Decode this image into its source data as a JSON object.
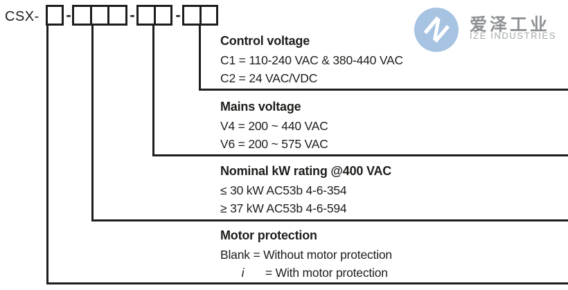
{
  "code": {
    "prefix": "CSX-",
    "separator": "-",
    "segments": [
      1,
      3,
      2,
      2
    ]
  },
  "sections": [
    {
      "id": "control-voltage",
      "title": "Control voltage",
      "options": [
        {
          "label": "C1 = 110-240 VAC & 380-440 VAC"
        },
        {
          "label": "C2 = 24 VAC/VDC"
        }
      ]
    },
    {
      "id": "mains-voltage",
      "title": "Mains voltage",
      "options": [
        {
          "label": "V4 = 200 ~ 440 VAC"
        },
        {
          "label": "V6 = 200 ~ 575 VAC"
        }
      ]
    },
    {
      "id": "kw-rating",
      "title": "Nominal kW rating @400 VAC",
      "options": [
        {
          "label": "≤ 30 kW AC53b 4-6-354"
        },
        {
          "label": "≥ 37 kW AC53b 4-6-594"
        }
      ]
    },
    {
      "id": "motor-protection",
      "title": "Motor protection",
      "options": [
        {
          "label": "Blank = Without motor protection"
        },
        {
          "code": "i",
          "label": "= With motor protection"
        }
      ]
    }
  ],
  "logo": {
    "icon": "ize-logo-icon",
    "icon_letter": "N",
    "name_cn": "爱泽工业",
    "name_en": "IZE INDUSTRIES"
  },
  "colors": {
    "ink": "#1d1d1b",
    "logo_blue": "#a6c3e2",
    "logo_text_gray": "#8d9194",
    "logo_subtext_gray": "#a3a8ab"
  }
}
